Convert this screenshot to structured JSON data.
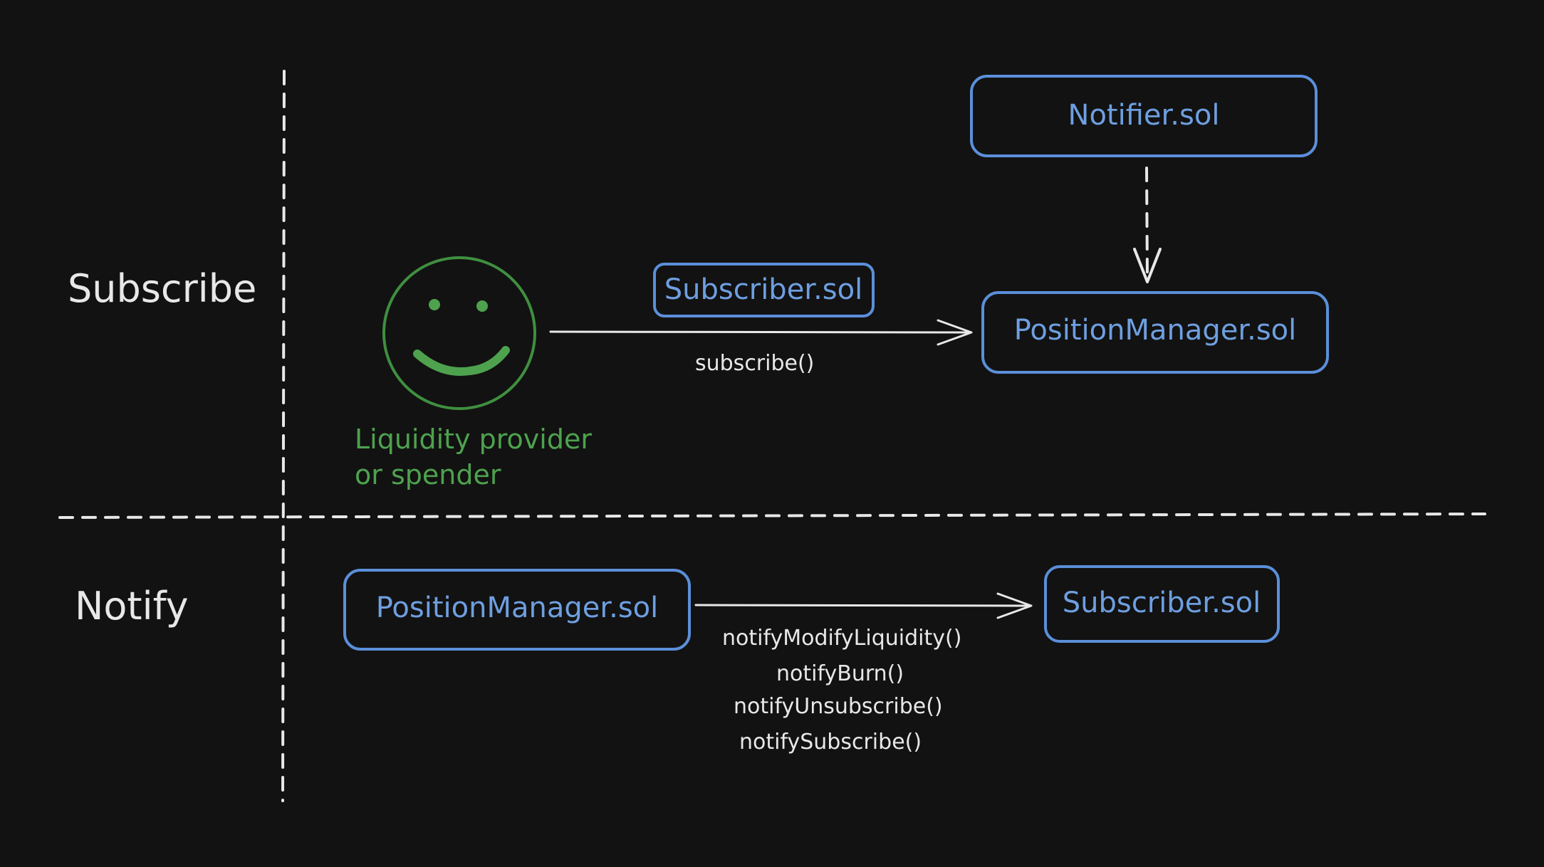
{
  "lanes": {
    "subscribe": "Subscribe",
    "notify": "Notify"
  },
  "actor": {
    "icon": "smiley-face-icon",
    "label_line1": "Liquidity provider",
    "label_line2": "or spender"
  },
  "subscribe_lane": {
    "notifier_box": "Notifier.sol",
    "subscriber_tag": "Subscriber.sol",
    "position_manager_box": "PositionManager.sol",
    "call": "subscribe()"
  },
  "notify_lane": {
    "position_manager_box": "PositionManager.sol",
    "subscriber_box": "Subscriber.sol",
    "calls": [
      "notifyModifyLiquidity()",
      "notifyBurn()",
      "notifyUnsubscribe()",
      "notifySubscribe()"
    ]
  },
  "colors": {
    "background": "#121212",
    "box_stroke": "#5b8fd9",
    "box_text": "#6e9fe0",
    "actor": "#4ea24e",
    "lines": "#e8e8e8"
  }
}
